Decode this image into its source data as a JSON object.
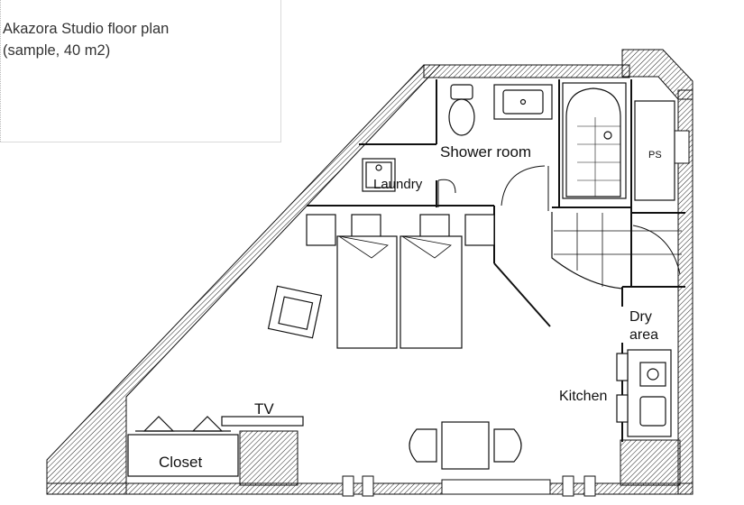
{
  "caption": {
    "line1": "Akazora Studio floor plan",
    "line2": "(sample, 40 m2)"
  },
  "rooms": {
    "shower_room": "Shower room",
    "laundry": "Laundry",
    "ps": "PS",
    "dry_line1": "Dry",
    "dry_line2": "area",
    "kitchen": "Kitchen",
    "tv": "TV",
    "closet": "Closet"
  }
}
